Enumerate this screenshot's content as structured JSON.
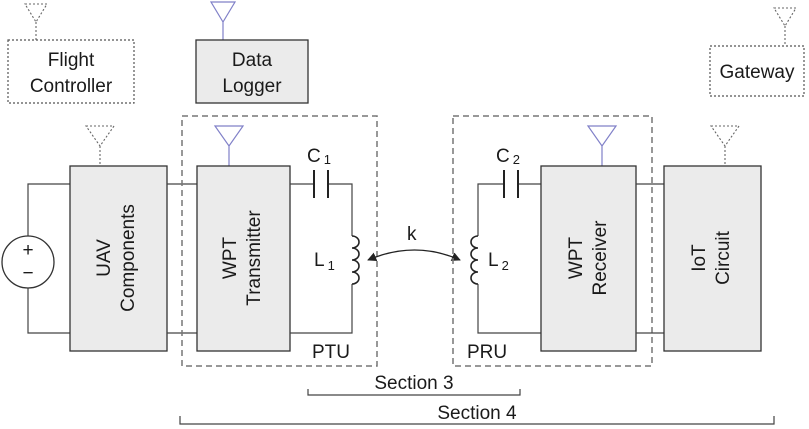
{
  "blocks": {
    "flight_controller": {
      "line1": "Flight",
      "line2": "Controller"
    },
    "data_logger": {
      "line1": "Data",
      "line2": "Logger"
    },
    "gateway": {
      "line1": "Gateway"
    },
    "uav_components": {
      "line1": "UAV",
      "line2": "Components"
    },
    "wpt_transmitter": {
      "line1": "WPT",
      "line2": "Transmitter"
    },
    "wpt_receiver": {
      "line1": "WPT",
      "line2": "Receiver"
    },
    "iot_circuit": {
      "line1": "IoT",
      "line2": "Circuit"
    }
  },
  "source": {
    "plus": "+",
    "minus": "−"
  },
  "components": {
    "c1": {
      "main": "C",
      "sub": "1"
    },
    "c2": {
      "main": "C",
      "sub": "2"
    },
    "l1": {
      "main": "L",
      "sub": "1"
    },
    "l2": {
      "main": "L",
      "sub": "2"
    },
    "coupling": "k"
  },
  "units": {
    "ptu": "PTU",
    "pru": "PRU"
  },
  "sections": {
    "section3": "Section 3",
    "section4": "Section 4"
  },
  "colors": {
    "block_fill": "#ebebeb",
    "antenna_active": "#8080c8",
    "dashed_border": "#777777"
  }
}
